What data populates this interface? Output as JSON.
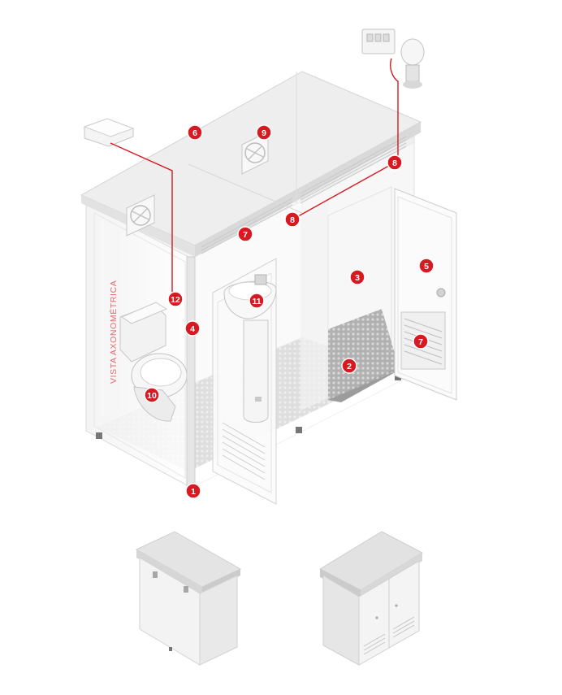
{
  "diagram": {
    "side_label": "VISTA AXONOMÉTRICA",
    "accent_color": "#d71a21",
    "markers": [
      {
        "id": "m1",
        "label": "1"
      },
      {
        "id": "m2",
        "label": "2"
      },
      {
        "id": "m3",
        "label": "3"
      },
      {
        "id": "m4",
        "label": "4"
      },
      {
        "id": "m5",
        "label": "5"
      },
      {
        "id": "m6",
        "label": "6"
      },
      {
        "id": "m7a",
        "label": "7"
      },
      {
        "id": "m7b",
        "label": "7"
      },
      {
        "id": "m8a",
        "label": "8"
      },
      {
        "id": "m8b",
        "label": "8"
      },
      {
        "id": "m9",
        "label": "9"
      },
      {
        "id": "m10",
        "label": "10"
      },
      {
        "id": "m11",
        "label": "11"
      },
      {
        "id": "m12",
        "label": "12"
      }
    ],
    "icons": [
      "light-fixture-icon",
      "electrical-panel-icon",
      "bulb-icon",
      "exhaust-fan-icon",
      "toilet-icon",
      "sink-icon"
    ]
  }
}
